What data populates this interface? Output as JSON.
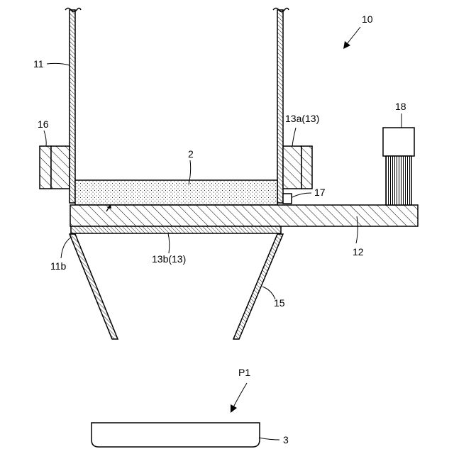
{
  "labels": {
    "assembly": "10",
    "tube": "11",
    "tube_bottom": "11b",
    "plate": "12",
    "heater_top": "13a(13)",
    "heater_bottom": "13b(13)",
    "funnel": "15",
    "ring": "16",
    "sensor": "17",
    "actuator": "18",
    "powder": "2",
    "tray": "3",
    "position": "P1"
  }
}
